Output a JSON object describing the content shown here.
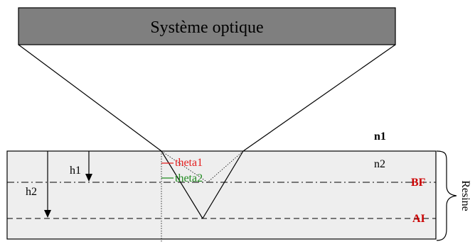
{
  "diagram": {
    "optics_label": "Système optique",
    "n1": "n1",
    "n2": "n2",
    "bf": "BF",
    "ai": "AI",
    "h1": "h1",
    "h2": "h2",
    "theta1": "theta1",
    "theta2": "theta2",
    "resine": "Resine"
  },
  "colors": {
    "box_fill": "#7f7f7f",
    "resin_fill": "#eeeeee",
    "red": "#e41e1e",
    "green": "#1e8a1e",
    "bf_ai": "#cc0000"
  }
}
